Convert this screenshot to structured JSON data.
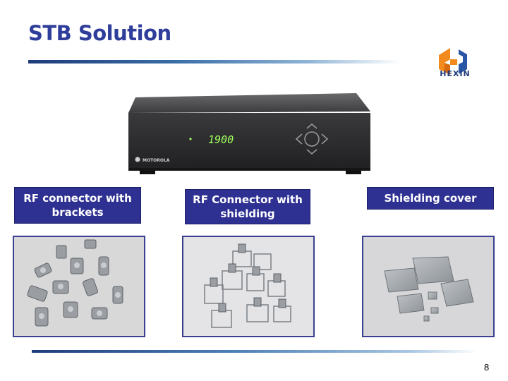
{
  "slide": {
    "title": "STB Solution",
    "page_number": "8"
  },
  "logo": {
    "text": "HEXIN",
    "colors": {
      "orange": "#f28a1d",
      "blue": "#2a55a5"
    }
  },
  "device": {
    "display_text": "1900",
    "brand_text": "MOTOROLA"
  },
  "products": [
    {
      "label": "RF connector with brackets"
    },
    {
      "label": "RF Connector with shielding"
    },
    {
      "label": "Shielding cover"
    }
  ],
  "colors": {
    "title": "#2e3e9a",
    "label_bg": "#2e3192",
    "label_text": "#ffffff"
  }
}
